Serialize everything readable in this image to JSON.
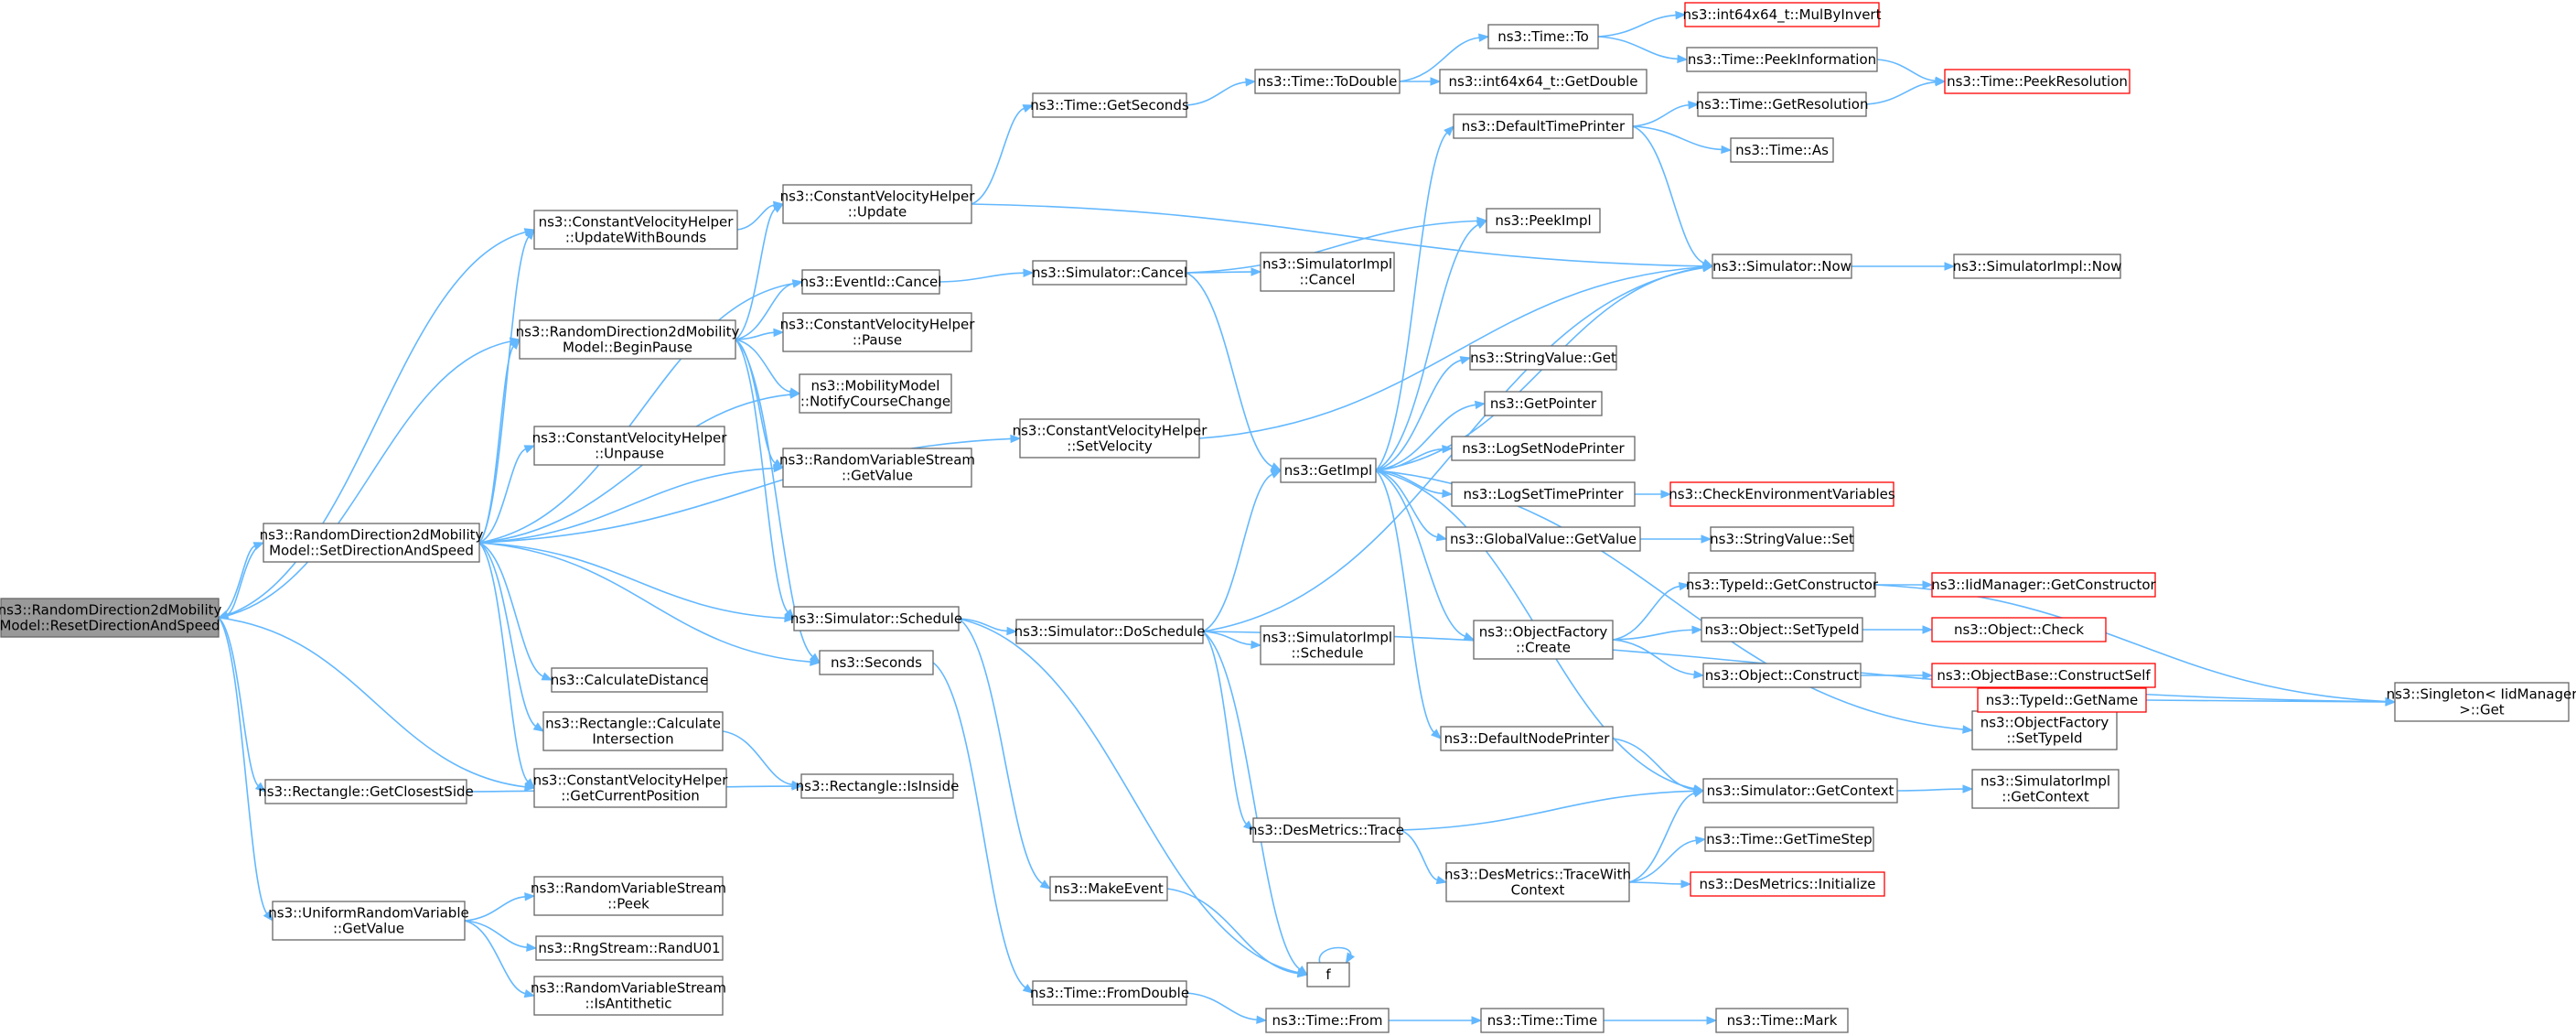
{
  "graph": {
    "colors": {
      "node_border": "#666666",
      "root_fill": "#999999",
      "truncated_border": "#ff0000",
      "edge": "#63b8ff"
    },
    "nodes": [
      {
        "id": "root",
        "lines": [
          "ns3::RandomDirection2dMobility",
          "Model::ResetDirectionAndSpeed"
        ],
        "kind": "root"
      },
      {
        "id": "setdir",
        "lines": [
          "ns3::RandomDirection2dMobility",
          "Model::SetDirectionAndSpeed"
        ]
      },
      {
        "id": "beginpause",
        "lines": [
          "ns3::RandomDirection2dMobility",
          "Model::BeginPause"
        ]
      },
      {
        "id": "cvh_updwb",
        "lines": [
          "ns3::ConstantVelocityHelper",
          "::UpdateWithBounds"
        ]
      },
      {
        "id": "cvh_update",
        "lines": [
          "ns3::ConstantVelocityHelper",
          "::Update"
        ]
      },
      {
        "id": "eventid_cancel",
        "lines": [
          "ns3::EventId::Cancel"
        ]
      },
      {
        "id": "cvh_pause",
        "lines": [
          "ns3::ConstantVelocityHelper",
          "::Pause"
        ]
      },
      {
        "id": "mm_notify",
        "lines": [
          "ns3::MobilityModel",
          "::NotifyCourseChange"
        ]
      },
      {
        "id": "cvh_unpause",
        "lines": [
          "ns3::ConstantVelocityHelper",
          "::Unpause"
        ]
      },
      {
        "id": "rvs_getvalue",
        "lines": [
          "ns3::RandomVariableStream",
          "::GetValue"
        ]
      },
      {
        "id": "sim_schedule",
        "lines": [
          "ns3::Simulator::Schedule"
        ]
      },
      {
        "id": "seconds",
        "lines": [
          "ns3::Seconds"
        ]
      },
      {
        "id": "calcdist",
        "lines": [
          "ns3::CalculateDistance"
        ]
      },
      {
        "id": "rect_calcint",
        "lines": [
          "ns3::Rectangle::Calculate",
          "Intersection"
        ]
      },
      {
        "id": "cvh_getpos",
        "lines": [
          "ns3::ConstantVelocityHelper",
          "::GetCurrentPosition"
        ]
      },
      {
        "id": "rect_closest",
        "lines": [
          "ns3::Rectangle::GetClosestSide"
        ]
      },
      {
        "id": "rect_isinside",
        "lines": [
          "ns3::Rectangle::IsInside"
        ]
      },
      {
        "id": "urv_getvalue",
        "lines": [
          "ns3::UniformRandomVariable",
          "::GetValue"
        ]
      },
      {
        "id": "rvs_peek",
        "lines": [
          "ns3::RandomVariableStream",
          "::Peek"
        ]
      },
      {
        "id": "rng_randu01",
        "lines": [
          "ns3::RngStream::RandU01"
        ]
      },
      {
        "id": "rvs_isanti",
        "lines": [
          "ns3::RandomVariableStream",
          "::IsAntithetic"
        ]
      },
      {
        "id": "time_getseconds",
        "lines": [
          "ns3::Time::GetSeconds"
        ]
      },
      {
        "id": "sim_cancel",
        "lines": [
          "ns3::Simulator::Cancel"
        ]
      },
      {
        "id": "cvh_setvel",
        "lines": [
          "ns3::ConstantVelocityHelper",
          "::SetVelocity"
        ]
      },
      {
        "id": "sim_doschedule",
        "lines": [
          "ns3::Simulator::DoSchedule"
        ]
      },
      {
        "id": "makeevent",
        "lines": [
          "ns3::MakeEvent"
        ]
      },
      {
        "id": "time_fromdouble",
        "lines": [
          "ns3::Time::FromDouble"
        ]
      },
      {
        "id": "time_todouble",
        "lines": [
          "ns3::Time::ToDouble"
        ]
      },
      {
        "id": "simimpl_cancel",
        "lines": [
          "ns3::SimulatorImpl",
          "::Cancel"
        ]
      },
      {
        "id": "getimpl",
        "lines": [
          "ns3::GetImpl"
        ]
      },
      {
        "id": "simimpl_schedule",
        "lines": [
          "ns3::SimulatorImpl",
          "::Schedule"
        ]
      },
      {
        "id": "desm_trace",
        "lines": [
          "ns3::DesMetrics::Trace"
        ]
      },
      {
        "id": "f",
        "lines": [
          "f"
        ]
      },
      {
        "id": "time_from",
        "lines": [
          "ns3::Time::From"
        ]
      },
      {
        "id": "time_to",
        "lines": [
          "ns3::Time::To"
        ]
      },
      {
        "id": "int64_getdouble",
        "lines": [
          "ns3::int64x64_t::GetDouble"
        ]
      },
      {
        "id": "deftimeprinter",
        "lines": [
          "ns3::DefaultTimePrinter"
        ]
      },
      {
        "id": "peekimpl",
        "lines": [
          "ns3::PeekImpl"
        ]
      },
      {
        "id": "strval_get",
        "lines": [
          "ns3::StringValue::Get"
        ]
      },
      {
        "id": "getpointer",
        "lines": [
          "ns3::GetPointer"
        ]
      },
      {
        "id": "logsetnodeprinter",
        "lines": [
          "ns3::LogSetNodePrinter"
        ]
      },
      {
        "id": "logsettimeprinter",
        "lines": [
          "ns3::LogSetTimePrinter"
        ]
      },
      {
        "id": "globalval_getvalue",
        "lines": [
          "ns3::GlobalValue::GetValue"
        ]
      },
      {
        "id": "objfact_create",
        "lines": [
          "ns3::ObjectFactory",
          "::Create"
        ]
      },
      {
        "id": "defnodeprinter",
        "lines": [
          "ns3::DefaultNodePrinter"
        ]
      },
      {
        "id": "desm_tracewith",
        "lines": [
          "ns3::DesMetrics::TraceWith",
          "Context"
        ]
      },
      {
        "id": "time_time",
        "lines": [
          "ns3::Time::Time"
        ]
      },
      {
        "id": "int64_mulbyinvert",
        "lines": [
          "ns3::int64x64_t::MulByInvert"
        ],
        "kind": "trunc"
      },
      {
        "id": "time_peekinfo",
        "lines": [
          "ns3::Time::PeekInformation"
        ]
      },
      {
        "id": "time_getres",
        "lines": [
          "ns3::Time::GetResolution"
        ]
      },
      {
        "id": "time_as",
        "lines": [
          "ns3::Time::As"
        ]
      },
      {
        "id": "sim_now",
        "lines": [
          "ns3::Simulator::Now"
        ]
      },
      {
        "id": "checkenv",
        "lines": [
          "ns3::CheckEnvironmentVariables"
        ],
        "kind": "trunc"
      },
      {
        "id": "strval_set",
        "lines": [
          "ns3::StringValue::Set"
        ]
      },
      {
        "id": "typeid_getctor",
        "lines": [
          "ns3::TypeId::GetConstructor"
        ]
      },
      {
        "id": "obj_settypeid",
        "lines": [
          "ns3::Object::SetTypeId"
        ]
      },
      {
        "id": "obj_construct",
        "lines": [
          "ns3::Object::Construct"
        ]
      },
      {
        "id": "objfact_settypeid",
        "lines": [
          "ns3::ObjectFactory",
          "::SetTypeId"
        ]
      },
      {
        "id": "sim_getcontext",
        "lines": [
          "ns3::Simulator::GetContext"
        ]
      },
      {
        "id": "time_gettimestep",
        "lines": [
          "ns3::Time::GetTimeStep"
        ]
      },
      {
        "id": "desm_init",
        "lines": [
          "ns3::DesMetrics::Initialize"
        ],
        "kind": "trunc"
      },
      {
        "id": "time_mark",
        "lines": [
          "ns3::Time::Mark"
        ]
      },
      {
        "id": "time_peekres",
        "lines": [
          "ns3::Time::PeekResolution"
        ],
        "kind": "trunc"
      },
      {
        "id": "simimpl_now",
        "lines": [
          "ns3::SimulatorImpl::Now"
        ]
      },
      {
        "id": "iidmgr_getctor",
        "lines": [
          "ns3::IidManager::GetConstructor"
        ],
        "kind": "trunc"
      },
      {
        "id": "obj_check",
        "lines": [
          "ns3::Object::Check"
        ],
        "kind": "trunc"
      },
      {
        "id": "objbase_constructself",
        "lines": [
          "ns3::ObjectBase::ConstructSelf"
        ],
        "kind": "trunc"
      },
      {
        "id": "typeid_getname",
        "lines": [
          "ns3::TypeId::GetName"
        ],
        "kind": "trunc"
      },
      {
        "id": "simimpl_getcontext",
        "lines": [
          "ns3::SimulatorImpl",
          "::GetContext"
        ]
      },
      {
        "id": "singleton_get",
        "lines": [
          "ns3::Singleton< IidManager",
          ">::Get"
        ]
      }
    ],
    "edges": [
      [
        "root",
        "setdir"
      ],
      [
        "root",
        "beginpause"
      ],
      [
        "root",
        "cvh_updwb"
      ],
      [
        "root",
        "cvh_getpos"
      ],
      [
        "root",
        "rect_closest"
      ],
      [
        "root",
        "urv_getvalue"
      ],
      [
        "setdir",
        "root"
      ],
      [
        "setdir",
        "beginpause"
      ],
      [
        "setdir",
        "cvh_updwb"
      ],
      [
        "setdir",
        "eventid_cancel"
      ],
      [
        "setdir",
        "mm_notify"
      ],
      [
        "setdir",
        "cvh_unpause"
      ],
      [
        "setdir",
        "rvs_getvalue"
      ],
      [
        "setdir",
        "cvh_setvel"
      ],
      [
        "setdir",
        "sim_schedule"
      ],
      [
        "setdir",
        "seconds"
      ],
      [
        "setdir",
        "calcdist"
      ],
      [
        "setdir",
        "rect_calcint"
      ],
      [
        "setdir",
        "cvh_getpos"
      ],
      [
        "beginpause",
        "cvh_update"
      ],
      [
        "beginpause",
        "eventid_cancel"
      ],
      [
        "beginpause",
        "cvh_pause"
      ],
      [
        "beginpause",
        "mm_notify"
      ],
      [
        "beginpause",
        "rvs_getvalue"
      ],
      [
        "beginpause",
        "sim_schedule"
      ],
      [
        "beginpause",
        "seconds"
      ],
      [
        "cvh_updwb",
        "cvh_update"
      ],
      [
        "cvh_update",
        "time_getseconds"
      ],
      [
        "cvh_update",
        "sim_now"
      ],
      [
        "eventid_cancel",
        "sim_cancel"
      ],
      [
        "sim_schedule",
        "sim_doschedule"
      ],
      [
        "sim_schedule",
        "makeevent"
      ],
      [
        "sim_schedule",
        "f"
      ],
      [
        "seconds",
        "time_fromdouble"
      ],
      [
        "rect_calcint",
        "rect_isinside"
      ],
      [
        "rect_closest",
        "rect_isinside"
      ],
      [
        "urv_getvalue",
        "rvs_peek"
      ],
      [
        "urv_getvalue",
        "rng_randu01"
      ],
      [
        "urv_getvalue",
        "rvs_isanti"
      ],
      [
        "time_getseconds",
        "time_todouble"
      ],
      [
        "sim_cancel",
        "simimpl_cancel"
      ],
      [
        "sim_cancel",
        "getimpl"
      ],
      [
        "sim_cancel",
        "peekimpl"
      ],
      [
        "cvh_setvel",
        "sim_now"
      ],
      [
        "sim_doschedule",
        "getimpl"
      ],
      [
        "sim_doschedule",
        "simimpl_schedule"
      ],
      [
        "sim_doschedule",
        "desm_trace"
      ],
      [
        "sim_doschedule",
        "f"
      ],
      [
        "sim_doschedule",
        "sim_now"
      ],
      [
        "sim_doschedule",
        "singleton_get"
      ],
      [
        "makeevent",
        "f"
      ],
      [
        "f",
        "f"
      ],
      [
        "time_fromdouble",
        "time_from"
      ],
      [
        "time_todouble",
        "time_to"
      ],
      [
        "time_todouble",
        "int64_getdouble"
      ],
      [
        "getimpl",
        "deftimeprinter"
      ],
      [
        "getimpl",
        "peekimpl"
      ],
      [
        "getimpl",
        "sim_now"
      ],
      [
        "getimpl",
        "strval_get"
      ],
      [
        "getimpl",
        "getpointer"
      ],
      [
        "getimpl",
        "logsetnodeprinter"
      ],
      [
        "getimpl",
        "logsettimeprinter"
      ],
      [
        "getimpl",
        "globalval_getvalue"
      ],
      [
        "getimpl",
        "objfact_create"
      ],
      [
        "getimpl",
        "objfact_settypeid"
      ],
      [
        "getimpl",
        "defnodeprinter"
      ],
      [
        "getimpl",
        "sim_getcontext"
      ],
      [
        "desm_trace",
        "desm_tracewith"
      ],
      [
        "desm_trace",
        "sim_getcontext"
      ],
      [
        "time_from",
        "time_time"
      ],
      [
        "time_to",
        "int64_mulbyinvert"
      ],
      [
        "time_to",
        "time_peekinfo"
      ],
      [
        "deftimeprinter",
        "time_getres"
      ],
      [
        "deftimeprinter",
        "time_as"
      ],
      [
        "deftimeprinter",
        "sim_now"
      ],
      [
        "logsettimeprinter",
        "checkenv"
      ],
      [
        "globalval_getvalue",
        "strval_set"
      ],
      [
        "objfact_create",
        "typeid_getctor"
      ],
      [
        "objfact_create",
        "obj_settypeid"
      ],
      [
        "objfact_create",
        "obj_construct"
      ],
      [
        "defnodeprinter",
        "sim_getcontext"
      ],
      [
        "desm_tracewith",
        "sim_getcontext"
      ],
      [
        "desm_tracewith",
        "time_gettimestep"
      ],
      [
        "desm_tracewith",
        "desm_init"
      ],
      [
        "time_time",
        "time_mark"
      ],
      [
        "time_peekinfo",
        "time_peekres"
      ],
      [
        "time_getres",
        "time_peekres"
      ],
      [
        "sim_now",
        "simimpl_now"
      ],
      [
        "typeid_getctor",
        "iidmgr_getctor"
      ],
      [
        "typeid_getctor",
        "singleton_get"
      ],
      [
        "obj_settypeid",
        "obj_check"
      ],
      [
        "obj_construct",
        "objbase_constructself"
      ],
      [
        "objbase_constructself",
        "typeid_getname"
      ],
      [
        "objfact_settypeid",
        "typeid_getname"
      ],
      [
        "typeid_getname",
        "singleton_get"
      ],
      [
        "sim_getcontext",
        "simimpl_getcontext"
      ]
    ]
  }
}
